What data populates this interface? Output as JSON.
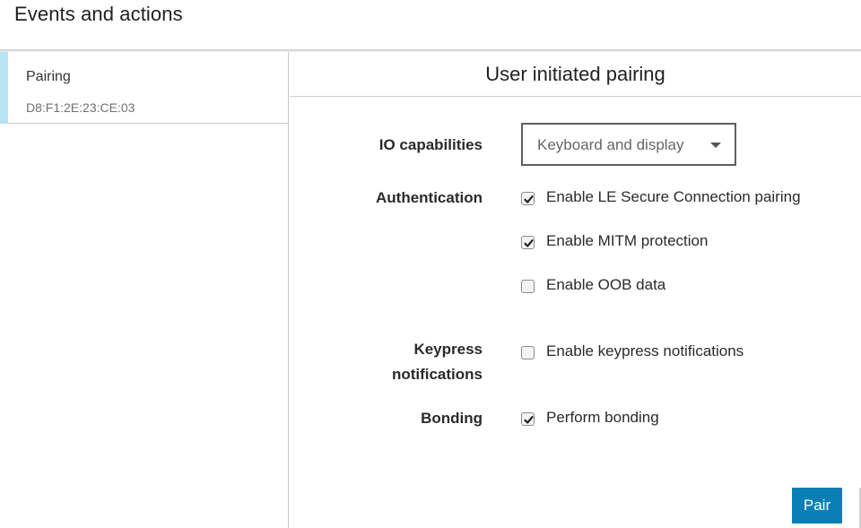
{
  "header": {
    "title": "Events and actions"
  },
  "sidebar": {
    "items": [
      {
        "label": "Pairing",
        "address": "D8:F1:2E:23:CE:03"
      }
    ]
  },
  "panel": {
    "title": "User initiated pairing",
    "io": {
      "label": "IO capabilities",
      "selected": "Keyboard and display"
    },
    "authentication": {
      "label": "Authentication",
      "options": [
        {
          "label": "Enable LE Secure Connection pairing",
          "checked": true
        },
        {
          "label": "Enable MITM protection",
          "checked": true
        },
        {
          "label": "Enable OOB data",
          "checked": false
        }
      ]
    },
    "keypress": {
      "label_line1": "Keypress",
      "label_line2": "notifications",
      "option": {
        "label": "Enable keypress notifications",
        "checked": false
      }
    },
    "bonding": {
      "label": "Bonding",
      "option": {
        "label": "Perform bonding",
        "checked": true
      }
    },
    "pair_button": "Pair"
  },
  "colors": {
    "accent": "#0a7fb5",
    "selected_item_bar": "#b9e2f5"
  }
}
